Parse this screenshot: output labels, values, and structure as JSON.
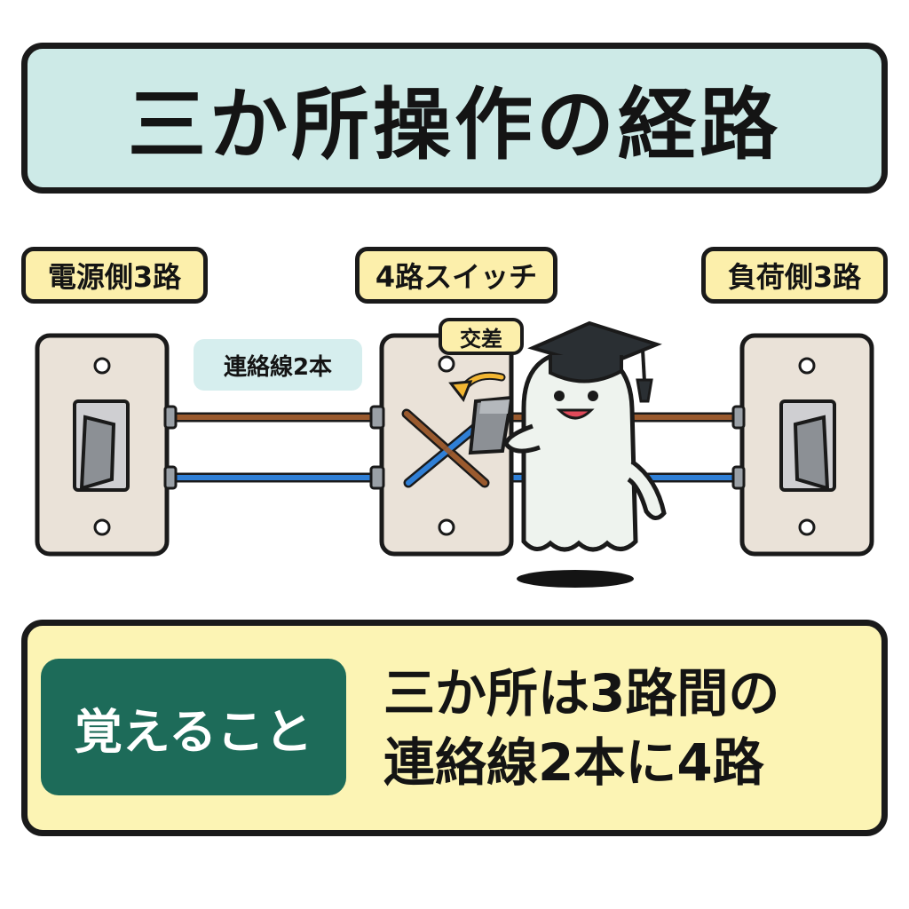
{
  "title": "三か所操作の経路",
  "labels": {
    "power_side": "電源側3路",
    "four_way": "4路スイッチ",
    "load_side": "負荷側3路",
    "cross": "交差",
    "traveler_wires": "連絡線2本"
  },
  "memo": {
    "badge": "覚えること",
    "line1": "三か所は3路間の",
    "line2": "連絡線2本に4路"
  },
  "colors": {
    "title_bg": "#cdeae7",
    "label_bg": "#fcefab",
    "memo_bg": "#fcf4b4",
    "badge_bg": "#1d6b59",
    "wire_brown": "#9a5a2e",
    "wire_blue": "#2f7fd6",
    "plate": "#eae2d8"
  }
}
